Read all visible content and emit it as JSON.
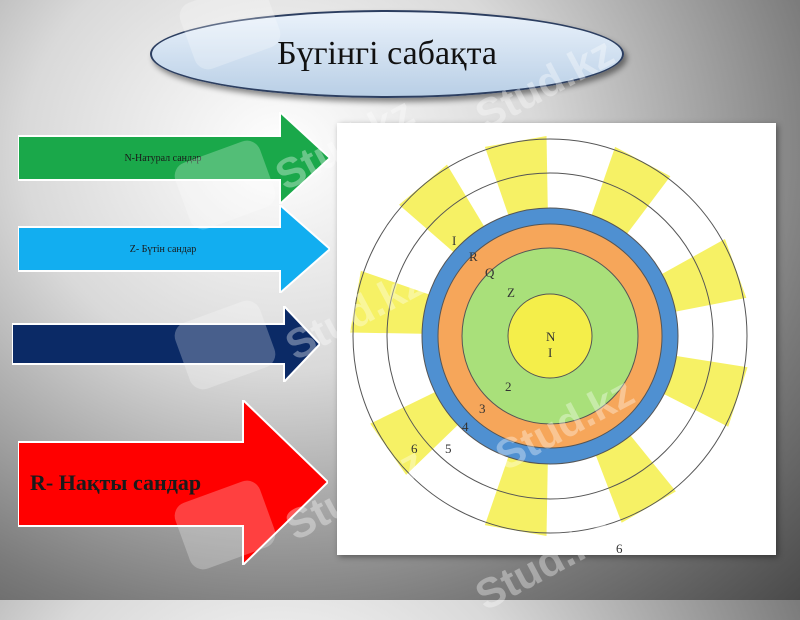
{
  "title": "Бүгінгі сабақта",
  "arrows": [
    {
      "id": "n",
      "label": "N-Натурал сандар",
      "color": "#1aa84a",
      "text_color": "#1a1a1a"
    },
    {
      "id": "z",
      "label": "Z- Бүтін сандар",
      "color": "#12aef0",
      "text_color": "#1a1a1a"
    },
    {
      "id": "q",
      "label": "",
      "color": "#0b2a66",
      "text_color": "#ffffff"
    },
    {
      "id": "r",
      "label": "R- Нақты сандар",
      "color": "#ff0000",
      "text_color": "#1a1a1a"
    }
  ],
  "diagram": {
    "center_letters": [
      "N",
      "I"
    ],
    "ring_letters": [
      "I",
      "R",
      "Q",
      "Z"
    ],
    "numbers": [
      "2",
      "3",
      "4",
      "5",
      "6",
      "6"
    ],
    "colors": {
      "green": "#a9e07a",
      "orange": "#f6a65a",
      "blue": "#4f90d1",
      "yellow": "#f4ee4a"
    }
  },
  "watermark": "Stud.kz"
}
